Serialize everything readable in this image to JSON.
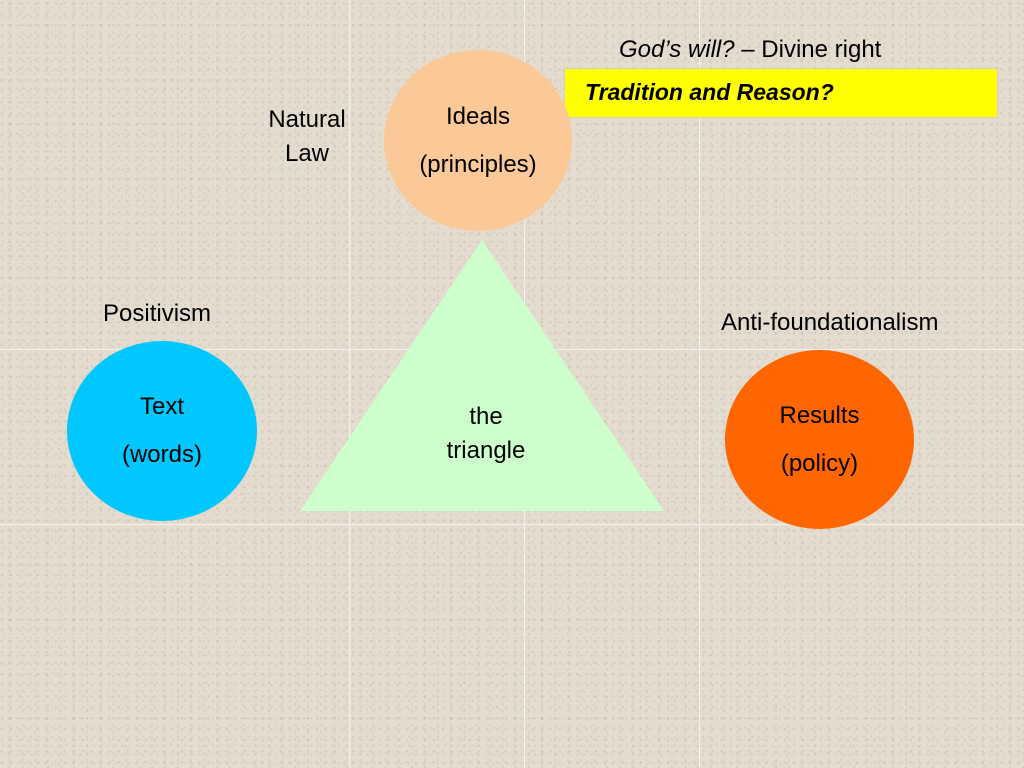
{
  "header": {
    "gods_will": "God’s will?",
    "divine_right": " – Divine right",
    "tradition_reason": "Tradition and Reason?"
  },
  "labels": {
    "natural_law_line1": "Natural",
    "natural_law_line2": "Law",
    "positivism": "Positivism",
    "anti_foundationalism": "Anti-foundationalism"
  },
  "circles": {
    "ideals": {
      "line1": "Ideals",
      "line2": "(principles)",
      "color": "#fbc898"
    },
    "text": {
      "line1": "Text",
      "line2": "(words)",
      "color": "#00c8ff"
    },
    "results": {
      "line1": "Results",
      "line2": "(policy)",
      "color": "#ff6600"
    }
  },
  "triangle": {
    "line1": "the",
    "line2": "triangle",
    "color": "#ccffcc"
  }
}
